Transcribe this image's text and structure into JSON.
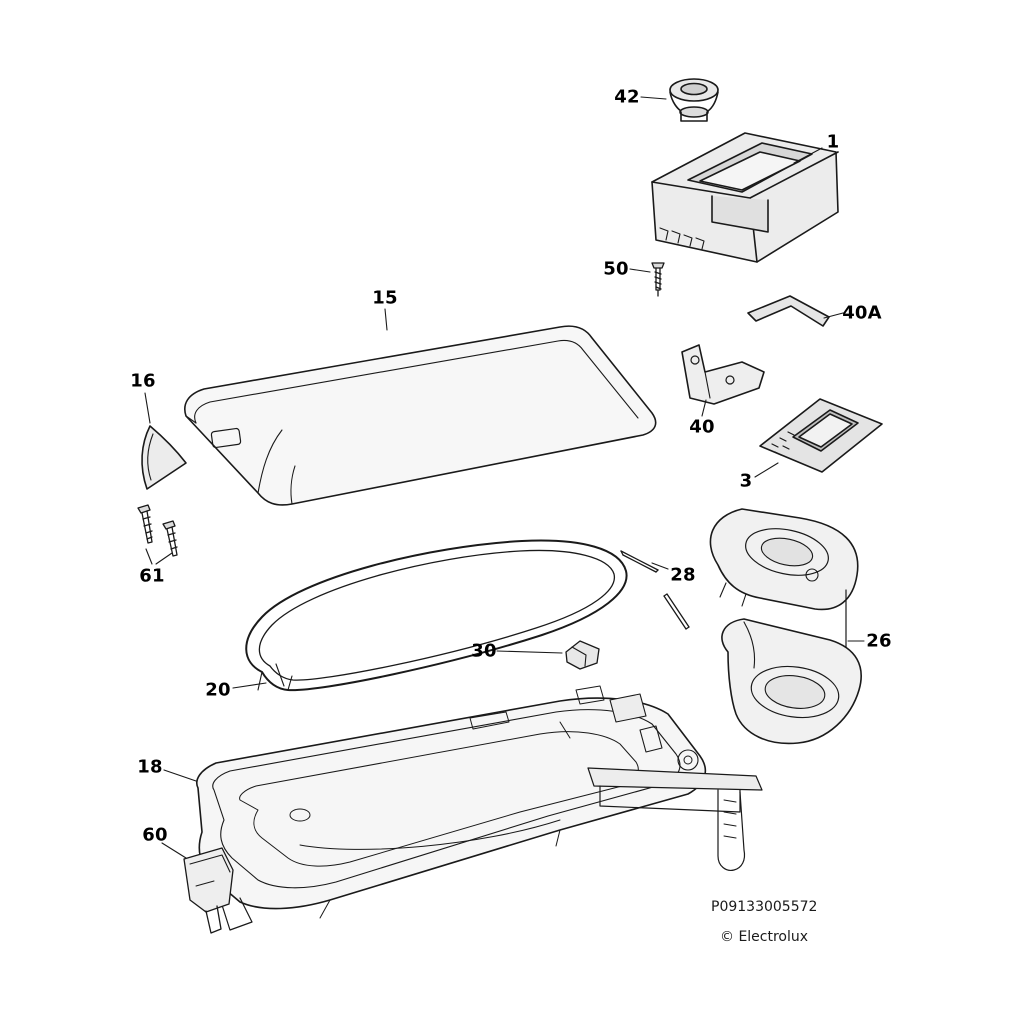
{
  "diagram": {
    "product_code": "P09133005572",
    "copyright": "© Electrolux",
    "background": "#ffffff",
    "line_color": "#1a1a1a"
  },
  "callouts": {
    "c42": "42",
    "c1": "1",
    "c50": "50",
    "c40A": "40A",
    "c15": "15",
    "c16": "16",
    "c40": "40",
    "c3": "3",
    "c61": "61",
    "c28": "28",
    "c26": "26",
    "c30": "30",
    "c20": "20",
    "c18": "18",
    "c60": "60"
  }
}
